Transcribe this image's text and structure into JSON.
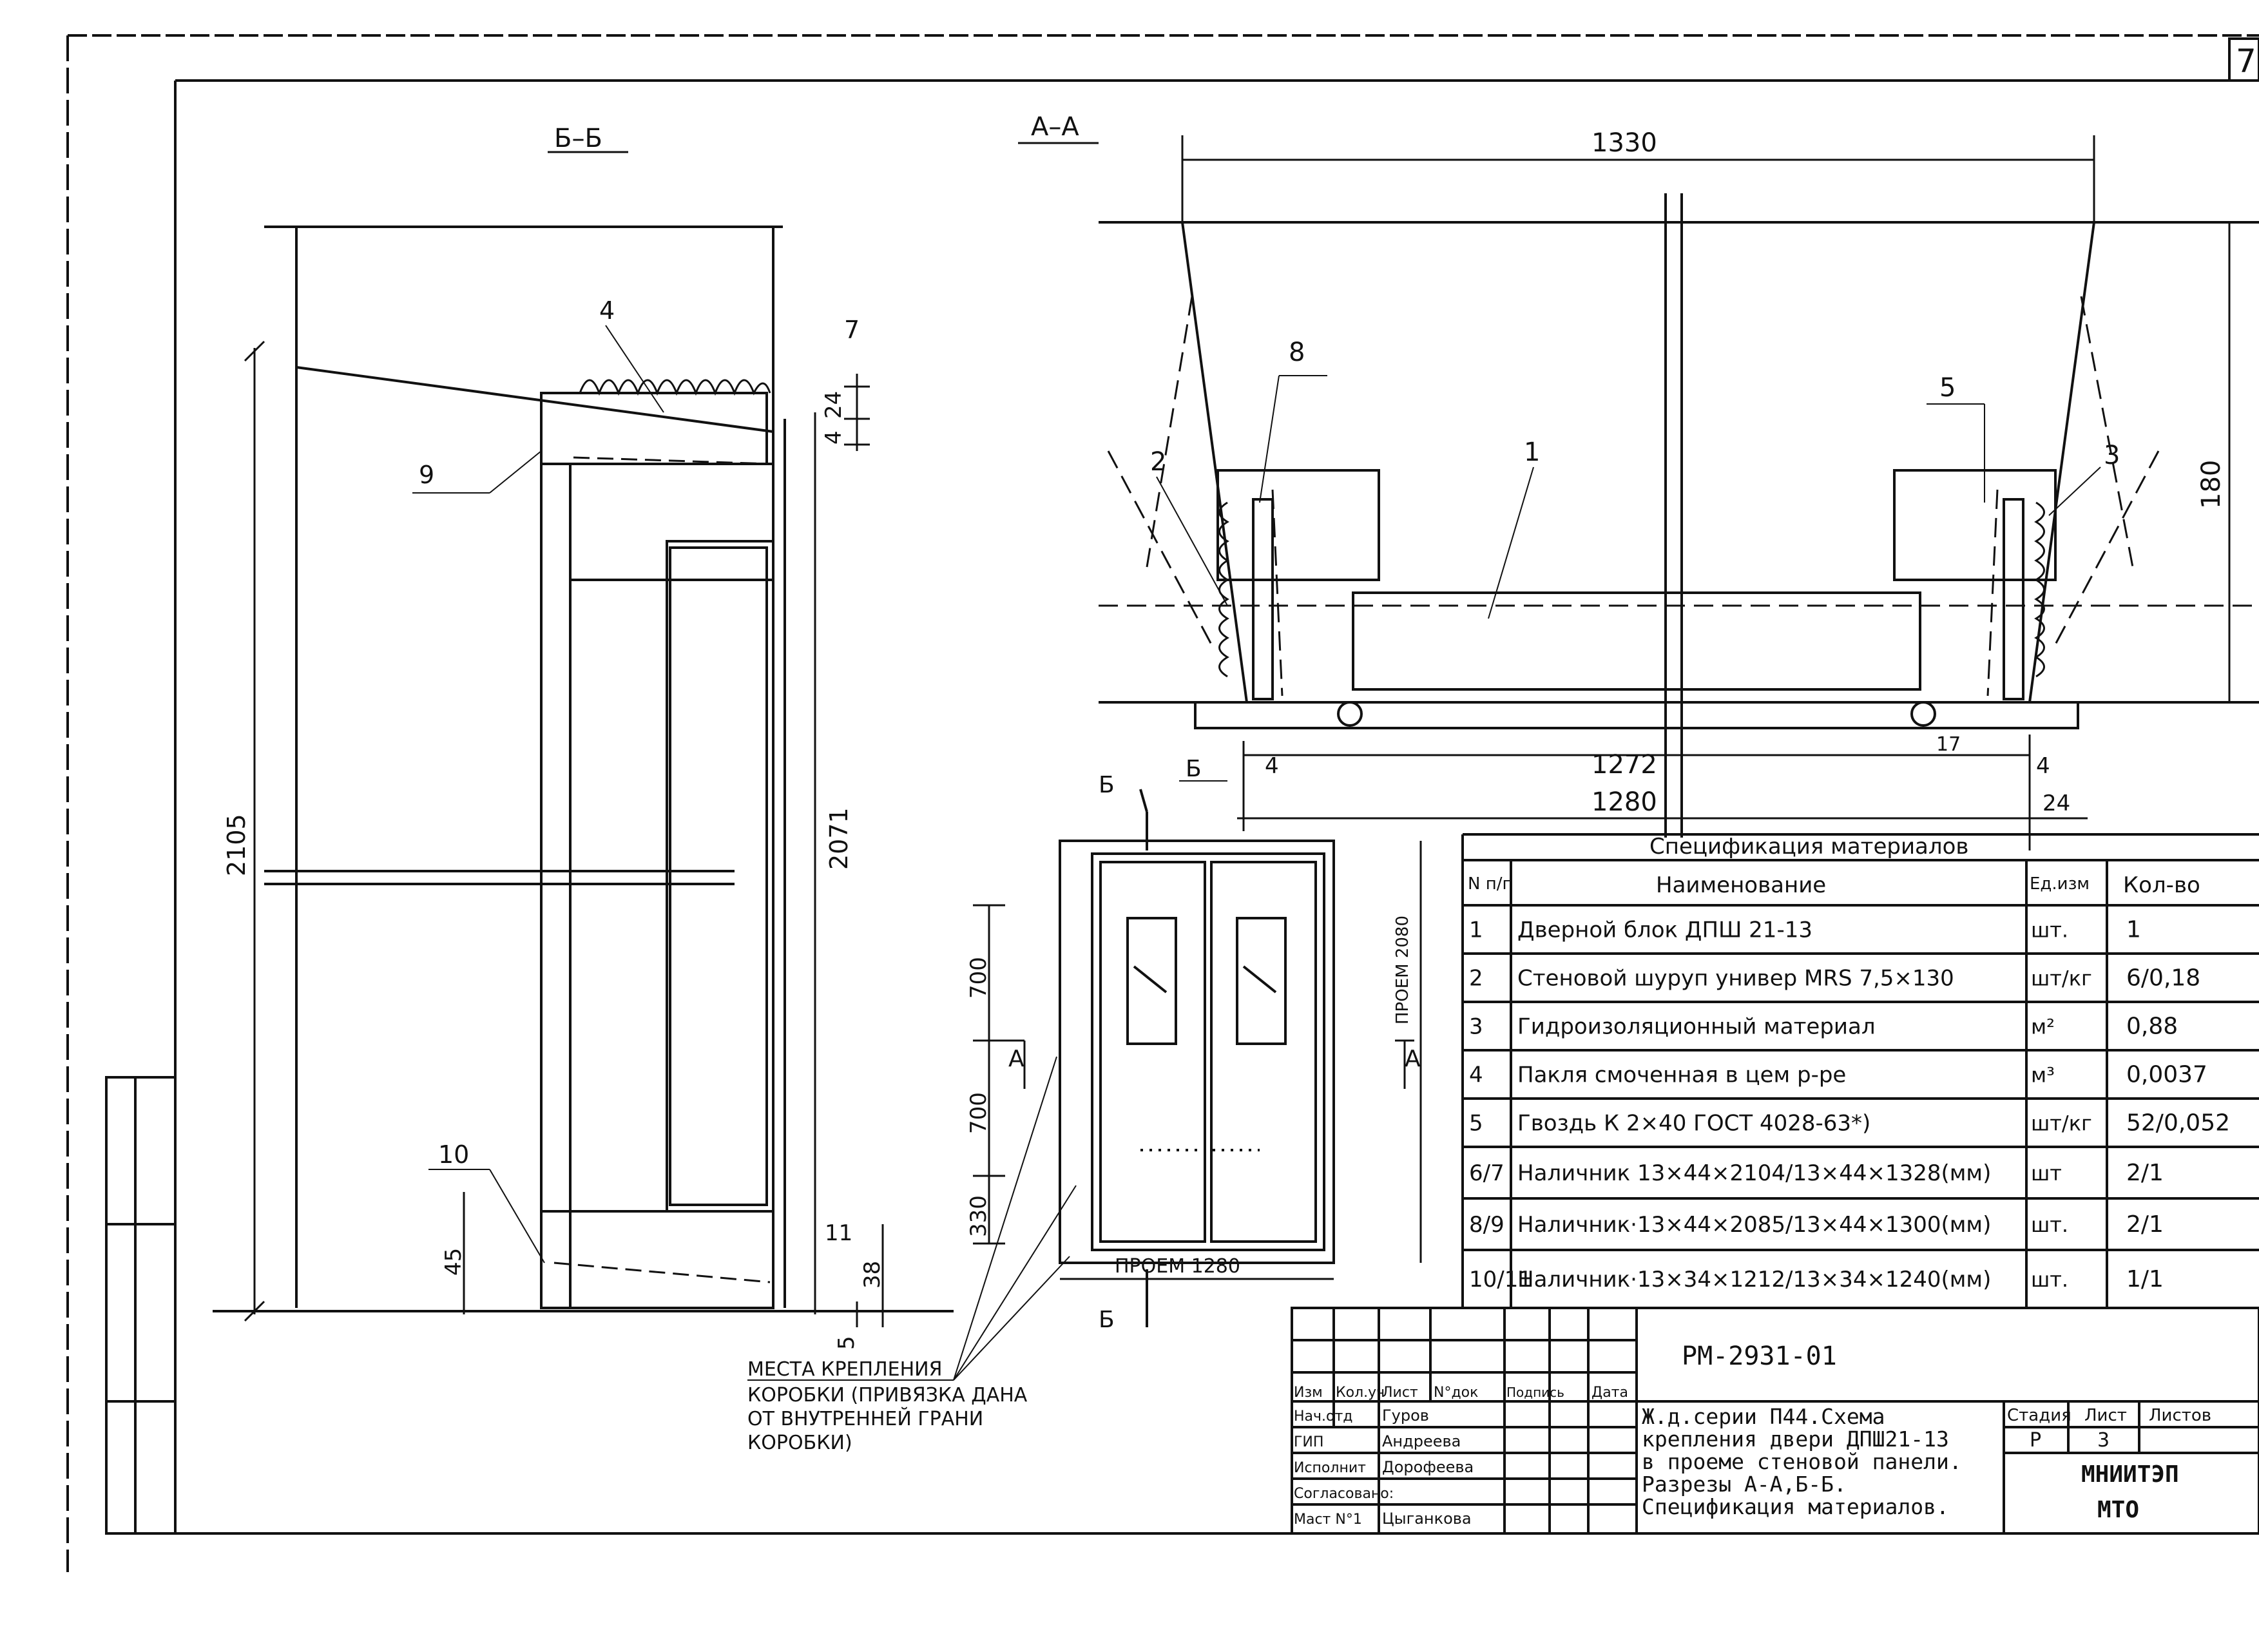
{
  "sheet_number_corner": "7",
  "section_bb": {
    "title": "Б–Б",
    "dims": [
      "2105",
      "2071",
      "24",
      "4",
      "45",
      "38",
      "5"
    ],
    "callouts": [
      "4",
      "7",
      "9",
      "10",
      "11"
    ]
  },
  "section_aa": {
    "title": "А–А",
    "dims": [
      "1330",
      "180",
      "1272",
      "1280",
      "17",
      "4",
      "4",
      "24"
    ],
    "callouts": [
      "1",
      "2",
      "3",
      "5",
      "8",
      "Б"
    ]
  },
  "elevation": {
    "cut_b": "Б",
    "cut_a": "А",
    "dims": [
      "700",
      "700",
      "330"
    ],
    "opening_h": "ПРОЕМ 2080",
    "opening_w": "ПРОЕМ 1280"
  },
  "note": {
    "line1": "МЕСТА КРЕПЛЕНИЯ",
    "line2": "КОРОБКИ (ПРИВЯЗКА ДАНА",
    "line3": "ОТ ВНУТРЕННЕЙ ГРАНИ",
    "line4": "КОРОБКИ)"
  },
  "spec": {
    "title": "Спецификация материалов",
    "headers": [
      "N п/п",
      "Наименование",
      "Ед.изм",
      "Кол-во"
    ],
    "rows": [
      [
        "1",
        "Дверной блок ДПШ 21-13",
        "шт.",
        "1"
      ],
      [
        "2",
        "Стеновой шуруп универ MRS 7,5×130",
        "шт/кг",
        "6/0,18"
      ],
      [
        "3",
        "Гидроизоляционный материал",
        "м²",
        "0,88"
      ],
      [
        "4",
        "Пакля смоченная в цем р-ре",
        "м³",
        "0,0037"
      ],
      [
        "5",
        "Гвоздь К 2×40 ГОСТ 4028-63*)",
        "шт/кг",
        "52/0,052"
      ],
      [
        "6/7",
        "Наличник 13×44×2104/13×44×1328(мм)",
        "шт",
        "2/1"
      ],
      [
        "8/9",
        "Наличник·13×44×2085/13×44×1300(мм)",
        "шт.",
        "2/1"
      ],
      [
        "10/11",
        "Наличник·13×34×1212/13×34×1240(мм)",
        "шт.",
        "1/1"
      ]
    ]
  },
  "title_block": {
    "code": "РМ-2931-01",
    "headers": [
      "Изм",
      "Кол.уч",
      "Лист",
      "N°док",
      "Подпись",
      "Дата"
    ],
    "staff": [
      [
        "Нач.отд",
        "Гуров"
      ],
      [
        "ГИП",
        "Андреева"
      ],
      [
        "Исполнит",
        "Дорофеева"
      ],
      [
        "Согласовано:",
        ""
      ],
      [
        "Маст N°1",
        "Цыганкова"
      ]
    ],
    "desc1": "Ж.д.серии П44.Схема",
    "desc2": "крепления двери ДПШ21-13",
    "desc3": "в проеме стеновой панели.",
    "desc4": "Разрезы  А-А,Б-Б.",
    "desc5": "Спецификация  материалов.",
    "stage_label": "Стадия",
    "sheet_label": "Лист",
    "sheets_label": "Листов",
    "stage": "Р",
    "sheet": "3",
    "org1": "МНИИТЭП",
    "org2": "МТО"
  }
}
